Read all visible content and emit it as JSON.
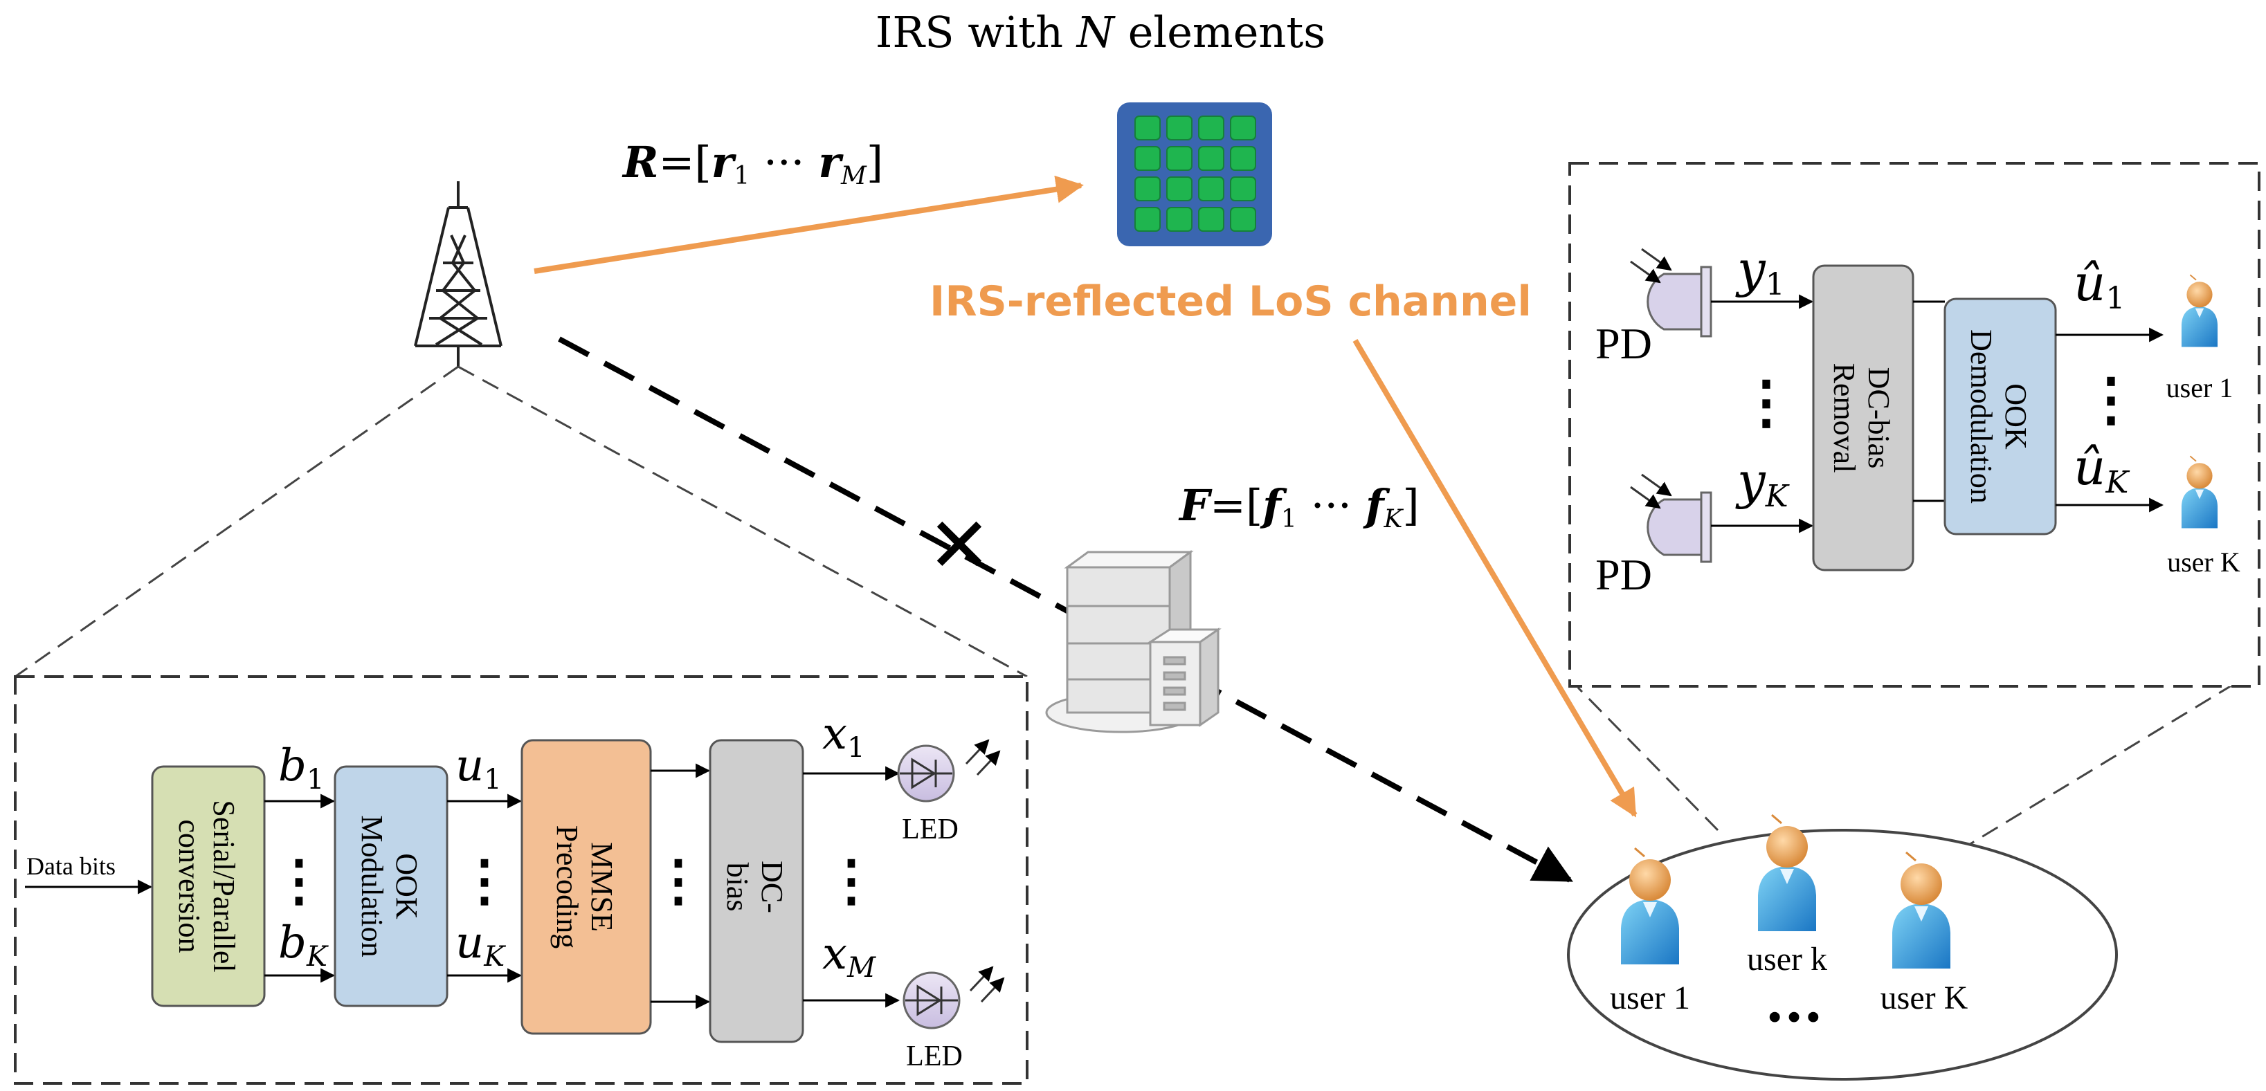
{
  "title": {
    "prefix": "IRS with ",
    "var": "N",
    "suffix": " elements"
  },
  "irs_channel_label": "IRS-reflected LoS channel",
  "matrix_R": {
    "lhs": "R",
    "eq": "=[",
    "first": "r",
    "first_sub": "1",
    "dots": "···",
    "last": "r",
    "last_sub": "M",
    "close": "]"
  },
  "matrix_F": {
    "lhs": "F",
    "eq": "=[",
    "first": "f",
    "first_sub": "1",
    "dots": "···",
    "last": "f",
    "last_sub": "K",
    "close": "]"
  },
  "transmitter": {
    "data_bits": "Data bits",
    "sp_line1": "Serial/Parallel",
    "sp_line2": "conversion",
    "ook_line1": "OOK",
    "ook_line2": "Modulation",
    "mmse_line1": "MMSE",
    "mmse_line2": "Precoding",
    "dc_line1": "DC-",
    "dc_line2": "bias",
    "b": "b",
    "b1": "1",
    "bK": "K",
    "u": "u",
    "u1": "1",
    "uK": "K",
    "x": "x",
    "x1": "1",
    "xM": "M",
    "led_top": "LED",
    "led_bottom": "LED",
    "dots": "⋮"
  },
  "receiver": {
    "pd_top": "PD",
    "pd_bottom": "PD",
    "y": "y",
    "y1": "1",
    "yK": "K",
    "dc_line1": "DC-bias",
    "dc_line2": "Removal",
    "ook_line1": "OOK",
    "ook_line2": "Demodulation",
    "uhat": "û",
    "uhat1": "1",
    "uhatK": "K",
    "user_top": "user 1",
    "user_bottom": "user K",
    "dots": "⋮"
  },
  "users_group": {
    "user1": "user 1",
    "userk": "user k",
    "userK": "user K",
    "dots": "···"
  },
  "blocked_mark": "✕",
  "colors": {
    "orange_arrow": "#ef9b4f",
    "irs_panel": "#3a66b0",
    "irs_cell": "#1fb54f",
    "sp_box": "#d6dfb3",
    "ook_box": "#bfd5e9",
    "mmse_box": "#f3bf94",
    "dc_box": "#cecece"
  }
}
